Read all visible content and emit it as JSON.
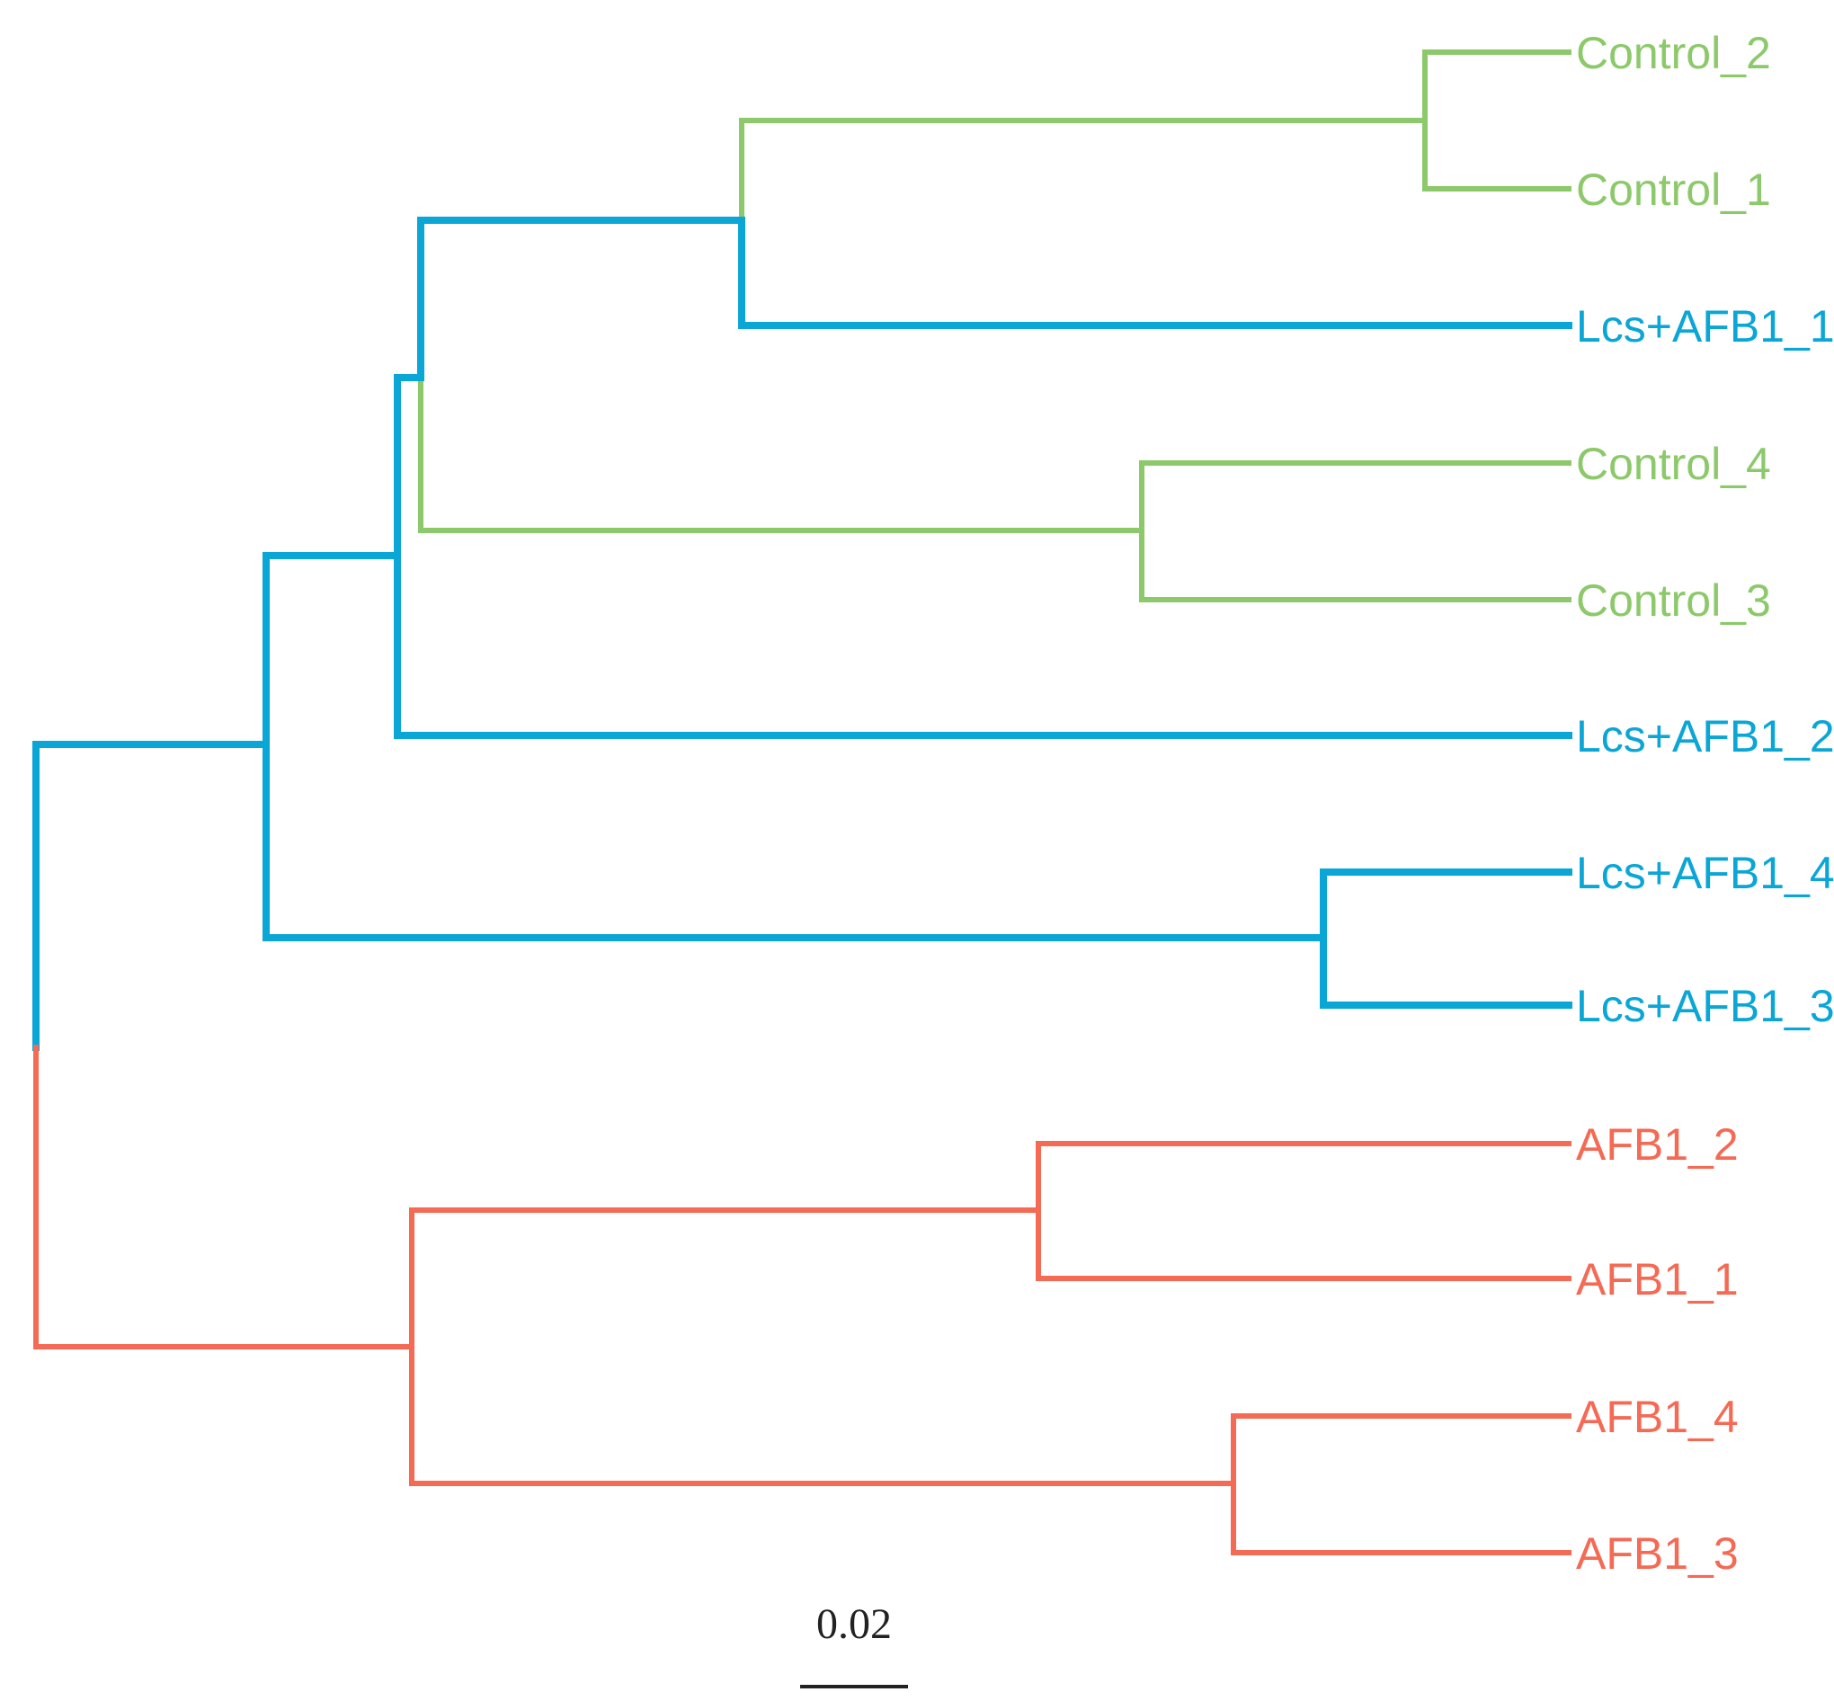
{
  "colors": {
    "control": "#8cc96a",
    "lcs_afb1": "#0aa6d6",
    "afb1": "#f46a54",
    "scale_bar": "#222222"
  },
  "leaves": [
    {
      "id": "c2",
      "label": "Control_2",
      "group": "control"
    },
    {
      "id": "c1",
      "label": "Control_1",
      "group": "control"
    },
    {
      "id": "l1",
      "label": "Lcs+AFB1_1",
      "group": "lcs_afb1"
    },
    {
      "id": "c4",
      "label": "Control_4",
      "group": "control"
    },
    {
      "id": "c3",
      "label": "Control_3",
      "group": "control"
    },
    {
      "id": "l2",
      "label": "Lcs+AFB1_2",
      "group": "lcs_afb1"
    },
    {
      "id": "l4",
      "label": "Lcs+AFB1_4",
      "group": "lcs_afb1"
    },
    {
      "id": "l3",
      "label": "Lcs+AFB1_3",
      "group": "lcs_afb1"
    },
    {
      "id": "a2",
      "label": "AFB1_2",
      "group": "afb1"
    },
    {
      "id": "a1",
      "label": "AFB1_1",
      "group": "afb1"
    },
    {
      "id": "a4",
      "label": "AFB1_4",
      "group": "afb1"
    },
    {
      "id": "a3",
      "label": "AFB1_3",
      "group": "afb1"
    }
  ],
  "scale_bar": {
    "label": "0.02",
    "length": 0.02
  }
}
